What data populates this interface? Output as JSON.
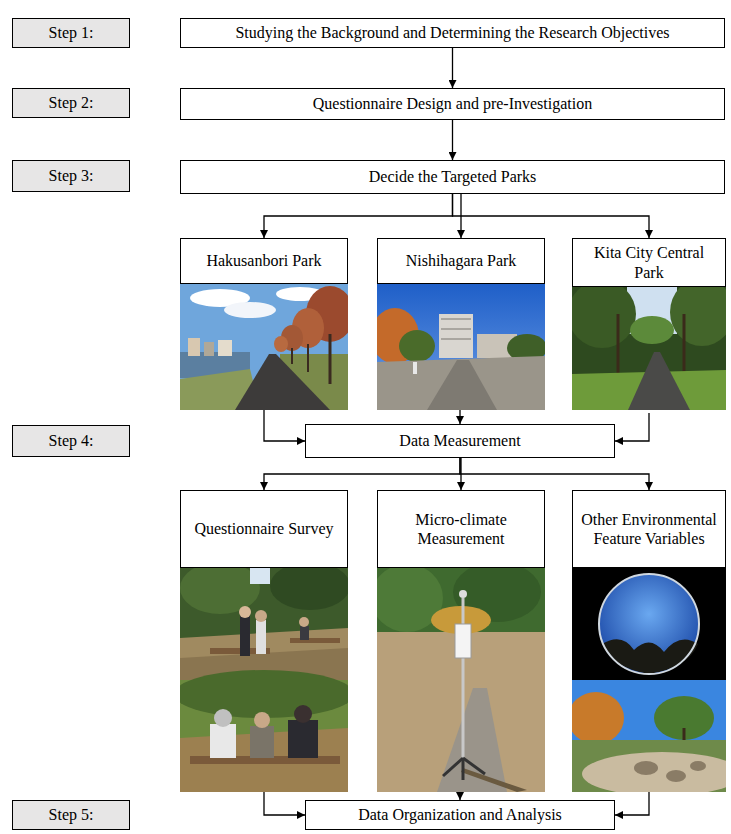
{
  "diagram": {
    "nodes": [
      {
        "text": [
          "Step 1:"
        ]
      },
      {
        "text": [
          "Studying the Background and Determining the Research Objectives"
        ]
      },
      {
        "text": [
          "Step 2:"
        ]
      },
      {
        "text": [
          "Questionnaire Design and pre-Investigation"
        ]
      },
      {
        "text": [
          "Step 3:"
        ]
      },
      {
        "text": [
          "Decide the Targeted Parks"
        ]
      },
      {
        "text": [
          "Hakusanbori Park"
        ]
      },
      {
        "text": [
          "Nishihagara Park"
        ]
      },
      {
        "text": [
          "Kita City Central Park"
        ]
      },
      {
        "text": [
          "Step 4:"
        ]
      },
      {
        "text": [
          "Data Measurement"
        ]
      },
      {
        "text": [
          "Questionnaire Survey"
        ]
      },
      {
        "text": [
          "Micro-climate Measurement"
        ]
      },
      {
        "text": [
          "Other Environmental Feature Variables"
        ]
      },
      {
        "text": [
          "Step 5:"
        ]
      },
      {
        "text": [
          "Data Organization and Analysis"
        ]
      }
    ],
    "edges": [
      {
        "from": 1,
        "to": 3,
        "arrow": "to"
      },
      {
        "from": 3,
        "to": 5,
        "arrow": "to"
      },
      {
        "from": 5,
        "to": 6,
        "arrow": "to"
      },
      {
        "from": 5,
        "to": 7,
        "arrow": "to"
      },
      {
        "from": 5,
        "to": 8,
        "arrow": "to"
      },
      {
        "from": 6,
        "to": 10,
        "arrow": "to"
      },
      {
        "from": 7,
        "to": 10,
        "arrow": "to"
      },
      {
        "from": 8,
        "to": 10,
        "arrow": "to"
      },
      {
        "from": 10,
        "to": 11,
        "arrow": "to"
      },
      {
        "from": 10,
        "to": 12,
        "arrow": "to"
      },
      {
        "from": 10,
        "to": 13,
        "arrow": "to"
      },
      {
        "from": 11,
        "to": 15,
        "arrow": "to"
      },
      {
        "from": 12,
        "to": 15,
        "arrow": "to"
      },
      {
        "from": 13,
        "to": 15,
        "arrow": "to"
      }
    ]
  }
}
